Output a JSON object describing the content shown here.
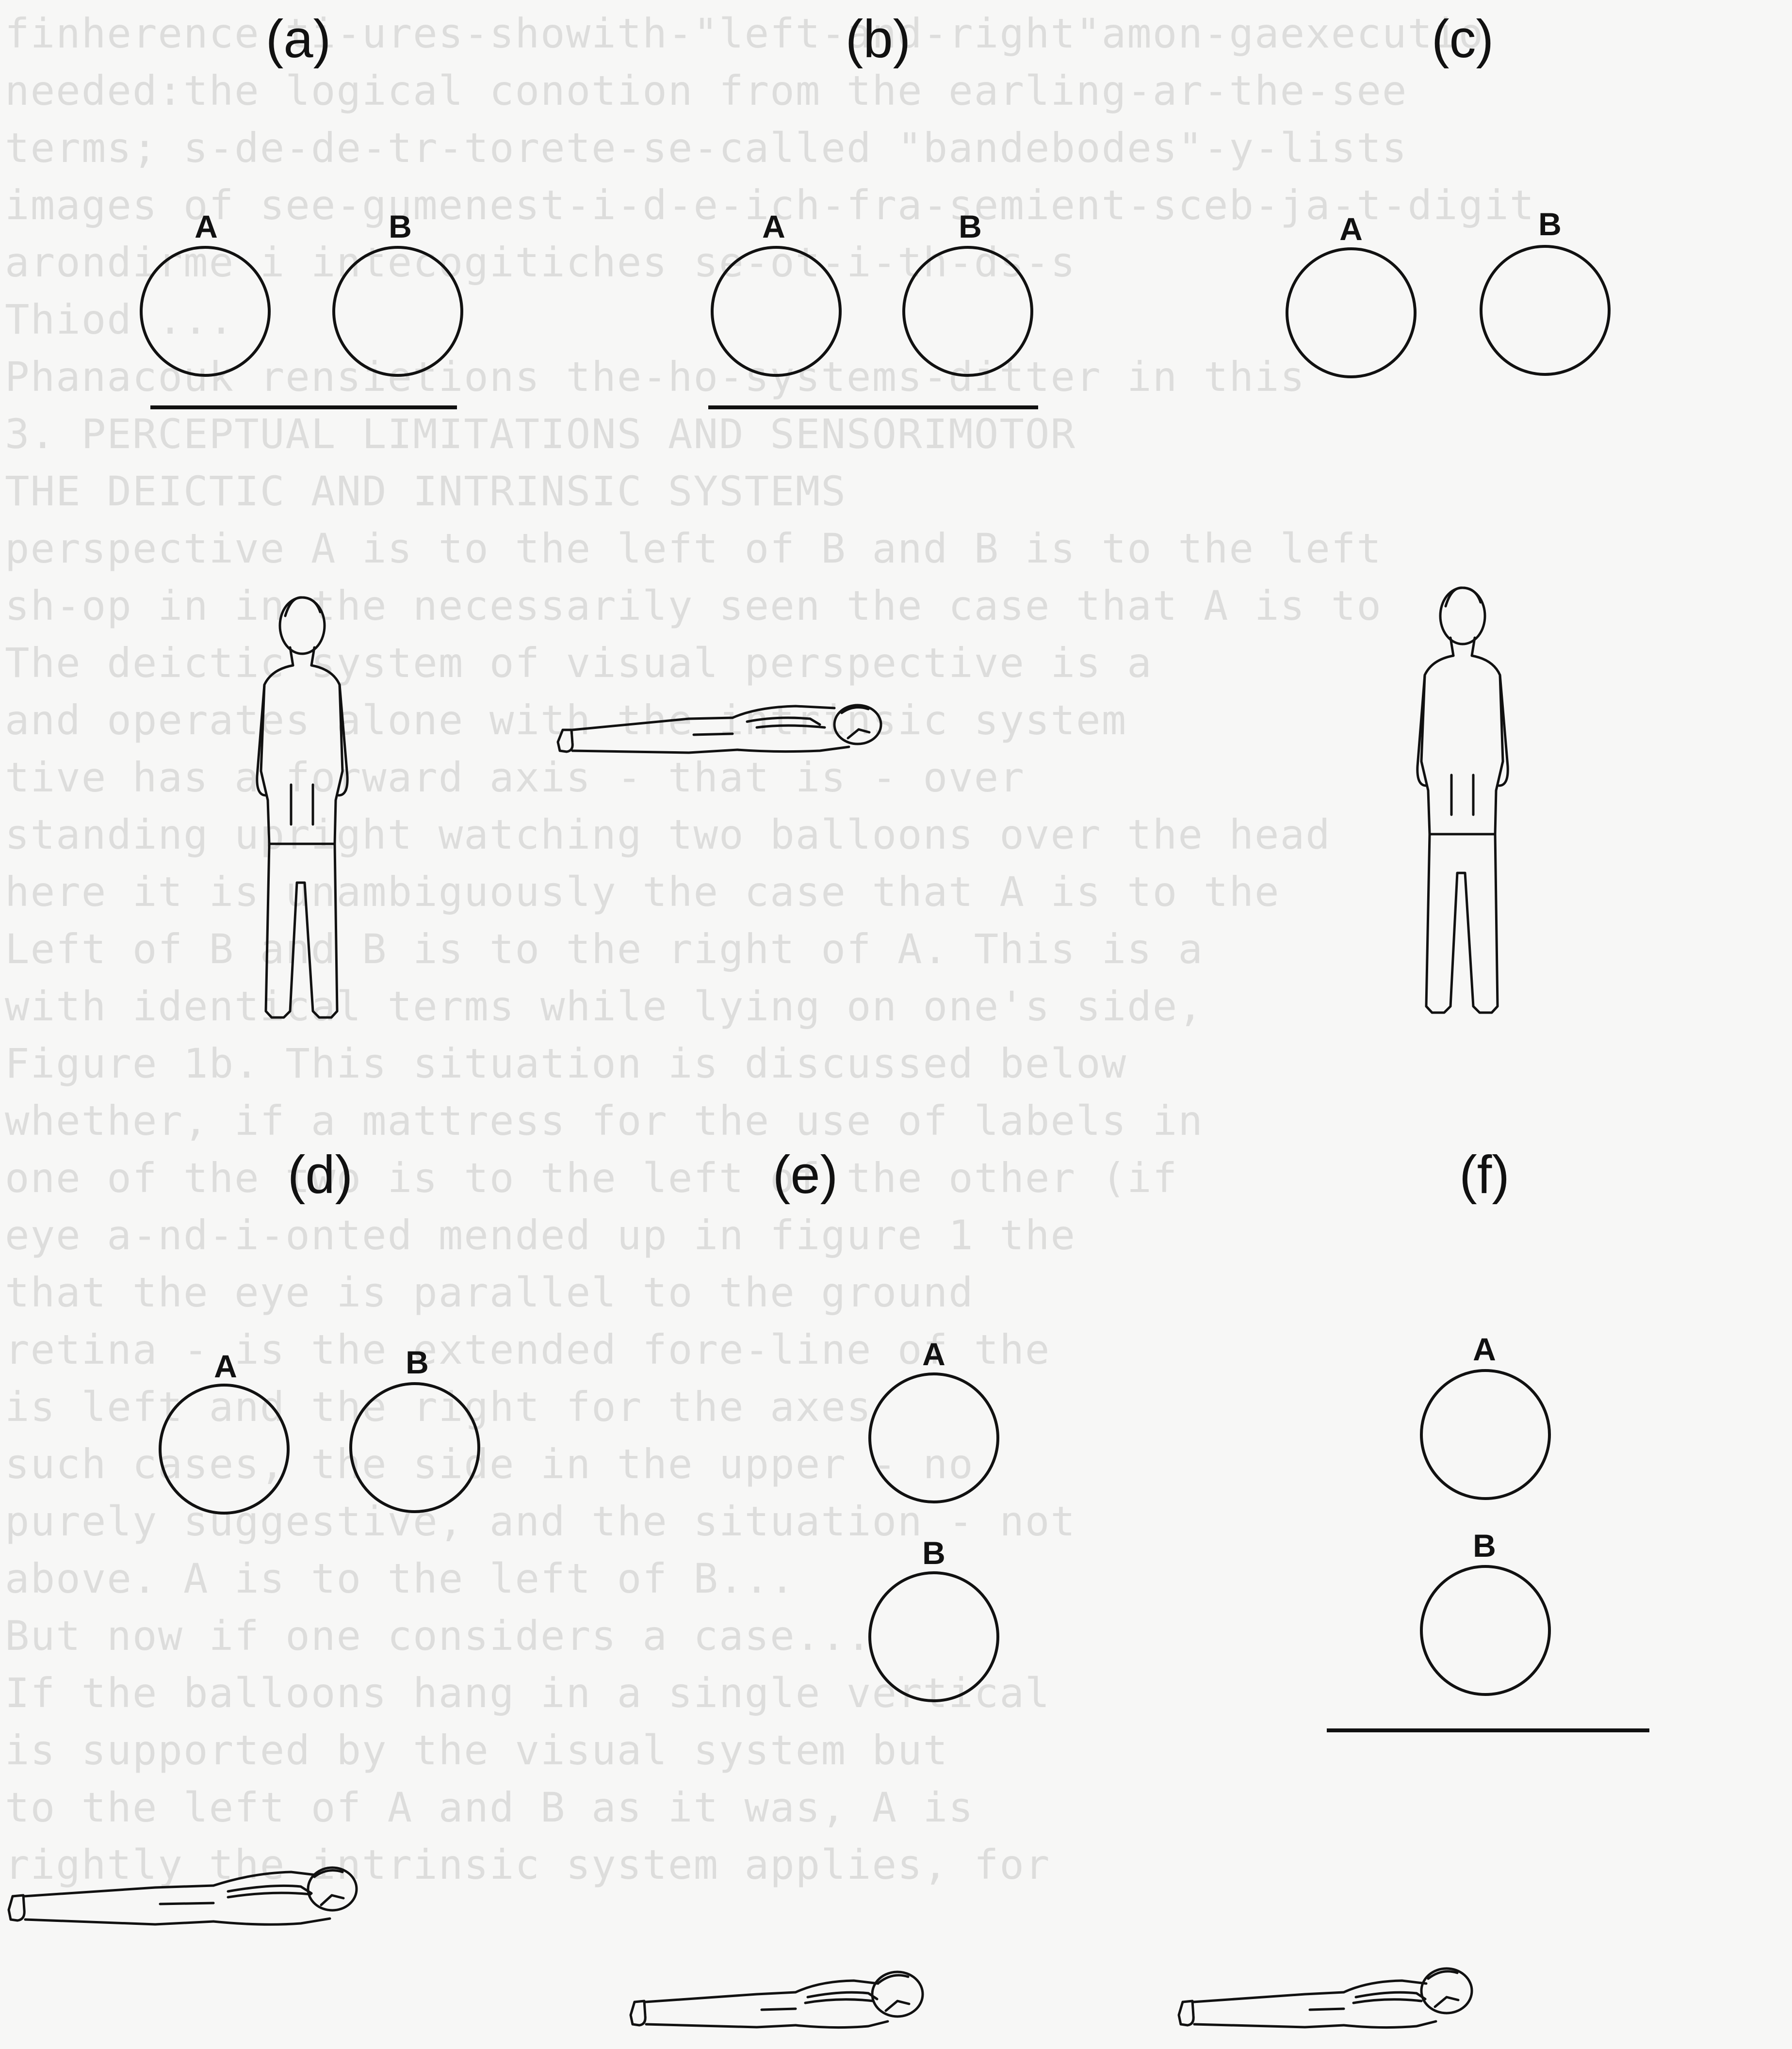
{
  "panels": [
    {
      "id": "a",
      "label": "(a)",
      "ball_a": "A",
      "ball_b": "B",
      "observer": "standing"
    },
    {
      "id": "b",
      "label": "(b)",
      "ball_a": "A",
      "ball_b": "B",
      "observer": "lying on side"
    },
    {
      "id": "c",
      "label": "(c)",
      "ball_a": "A",
      "ball_b": "B",
      "observer": "standing"
    },
    {
      "id": "d",
      "label": "(d)",
      "ball_a": "A",
      "ball_b": "B",
      "observer": "lying on side"
    },
    {
      "id": "e",
      "label": "(e)",
      "ball_a": "A",
      "ball_b": "B",
      "observer": "lying on side"
    },
    {
      "id": "f",
      "label": "(f)",
      "ball_a": "A",
      "ball_b": "B",
      "observer": "lying on side"
    }
  ],
  "ghost_text": [
    "finherence ti-ures-showith-\"left-and-right\"amon-gaexecutio",
    "needed:the logical conotion from the earling-ar-the-see",
    "terms; s-de-de-tr-torete-se-called \"bandebodes\"-y-lists",
    "images of see-gumenest-i-d-e-ich-fra-semient-sceb-ja-t-digit",
    "arondirme i intecogitiches se-ot-i-th-ds-s",
    "Thiod ...",
    "Phanacouk rensietions the-ho-systems-ditter in this",
    "3. PERCEPTUAL LIMITATIONS AND SENSORIMOTOR",
    "THE DEICTIC AND INTRINSIC SYSTEMS",
    "perspective A is to the left of B and B is to the left",
    "sh-op in in the necessarily seen the case that A is to",
    "The deictic system of visual perspective is a",
    "and operates alone with the intrinsic system",
    "tive has a forward axis - that is - over",
    "standing upright watching two balloons over the head",
    "here it is unambiguously the case that A is to the",
    "Left of B and B is to the right of A. This is a",
    "with identical terms while lying on one's side,",
    "Figure 1b. This situation is discussed below",
    "whether, if a mattress for the use of labels in",
    "one of the two is to the left of the other (if",
    "eye a-nd-i-onted mended up in figure 1 the",
    "that the eye is parallel to the ground",
    "retina - is the extended fore-line of the",
    "is left and the right for the axes",
    "such cases, the side in the upper - no",
    "purely suggestive, and the situation - not",
    "above. A is to the left of B...",
    "But now if one considers a case...",
    "If the balloons hang in a single vertical",
    "is supported by the visual system but",
    "to the left of A and B as it was, A is",
    "rightly the intrinsic system applies, for"
  ]
}
